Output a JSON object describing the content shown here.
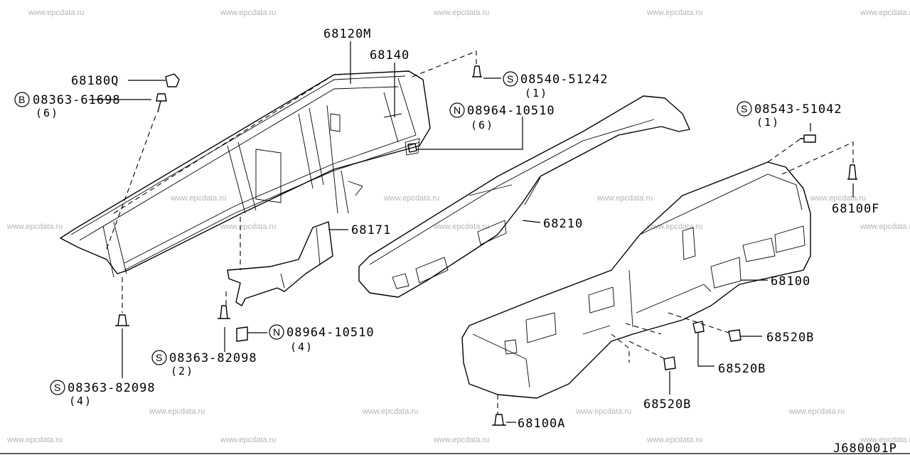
{
  "watermark": "www.epcdata.ru",
  "diagram_code": "J680001P",
  "labels": {
    "p68120M": "68120M",
    "p68140": "68140",
    "p68180Q": "68180Q",
    "s08540": {
      "prefix": "S",
      "code": "08540-51242",
      "qty": "(1)"
    },
    "b08363": {
      "prefix": "B",
      "code": "08363-61698",
      "qty": "(6)"
    },
    "n08964a": {
      "prefix": "N",
      "code": "08964-10510",
      "qty": "(6)"
    },
    "s08543": {
      "prefix": "S",
      "code": "08543-51042",
      "qty": "(1)"
    },
    "p68100F": "68100F",
    "p68171": "68171",
    "p68210": "68210",
    "p68100": "68100",
    "n08964b": {
      "prefix": "N",
      "code": "08964-10510",
      "qty": "(4)"
    },
    "s08363b": {
      "prefix": "S",
      "code": "08363-82098",
      "qty": "(2)"
    },
    "s08363a": {
      "prefix": "S",
      "code": "08363-82098",
      "qty": "(4)"
    },
    "p68520B_1": "68520B",
    "p68520B_2": "68520B",
    "p68520B_3": "68520B",
    "p68100A": "68100A"
  }
}
